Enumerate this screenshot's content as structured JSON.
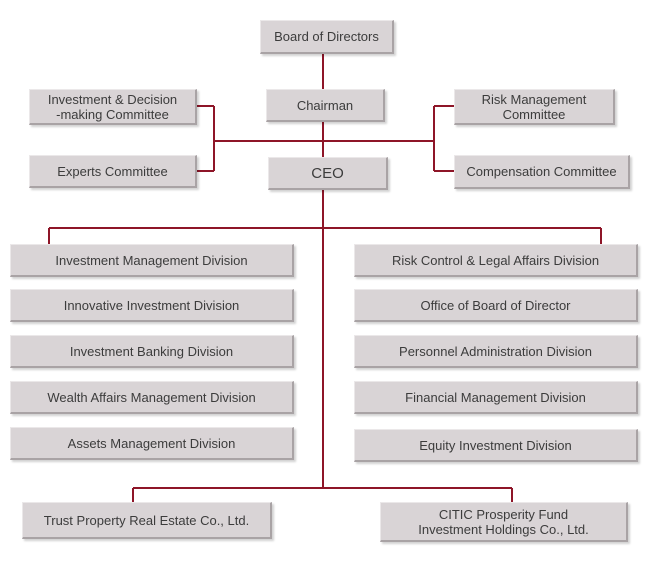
{
  "org_chart": {
    "nodes": {
      "board": "Board of Directors",
      "chairman": "Chairman",
      "ceo": "CEO",
      "investment_decision_committee": "Investment & Decision\n-making Committee",
      "experts_committee": "Experts Committee",
      "risk_management_committee": "Risk Management\nCommittee",
      "compensation_committee": "Compensation Committee",
      "left_divisions": [
        "Investment Management Division",
        "Innovative Investment Division",
        "Investment Banking Division",
        "Wealth Affairs Management Division",
        "Assets Management Division"
      ],
      "right_divisions": [
        "Risk Control & Legal Affairs Division",
        "Office of Board of Director",
        "Personnel Administration Division",
        "Financial Management Division",
        "Equity Investment Division"
      ],
      "trust_property": "Trust Property Real Estate Co., Ltd.",
      "citic_prosperity": "CITIC Prosperity Fund\nInvestment Holdings Co., Ltd."
    },
    "colors": {
      "box_fill": "#d9d4d6",
      "connector": "#8e1528",
      "text": "#3c3c3c"
    }
  }
}
